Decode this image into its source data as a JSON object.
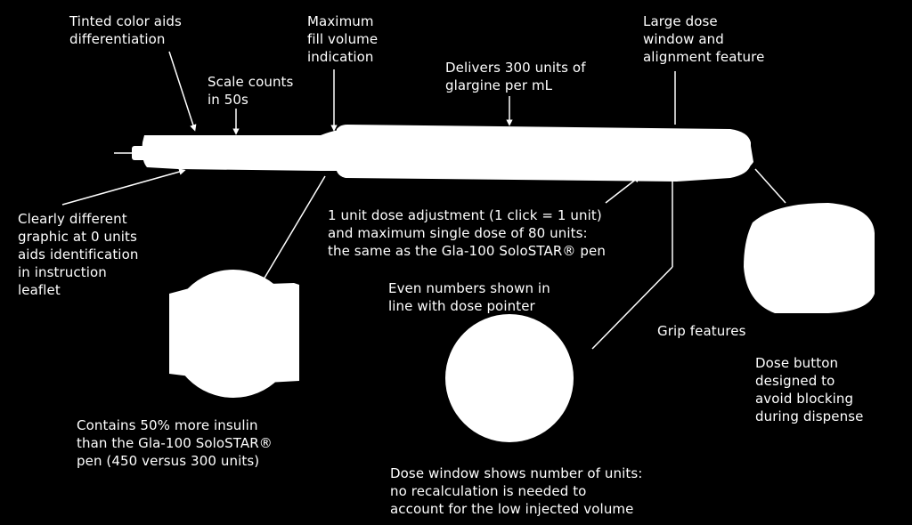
{
  "colors": {
    "background": "#000000",
    "foreground": "#ffffff"
  },
  "labels": {
    "tinted_color": "Tinted color aids\ndifferentiation",
    "max_fill": "Maximum\nfill volume\nindication",
    "large_dose_window": "Large dose\nwindow and\nalignment feature",
    "scale_counts": "Scale counts\nin 50s",
    "delivers": "Delivers 300 units of\nglargine per mL",
    "clearly_different": "Clearly different\ngraphic at 0 units\naids identification\nin instruction\nleaflet",
    "one_unit": "1 unit dose adjustment (1 click = 1 unit)\nand maximum single dose of 80 units:\nthe same as the Gla-100 SoloSTAR® pen",
    "even_numbers": "Even numbers shown in\nline with dose pointer",
    "grip_features": "Grip features",
    "dose_button": "Dose button\ndesigned to\navoid blocking\nduring dispense",
    "contains_more": "Contains 50% more insulin\nthan the Gla-100 SoloSTAR®\npen (450 versus 300 units)",
    "dose_window_shows": "Dose window shows number of units:\nno recalculation is needed to\naccount for the low injected volume"
  }
}
